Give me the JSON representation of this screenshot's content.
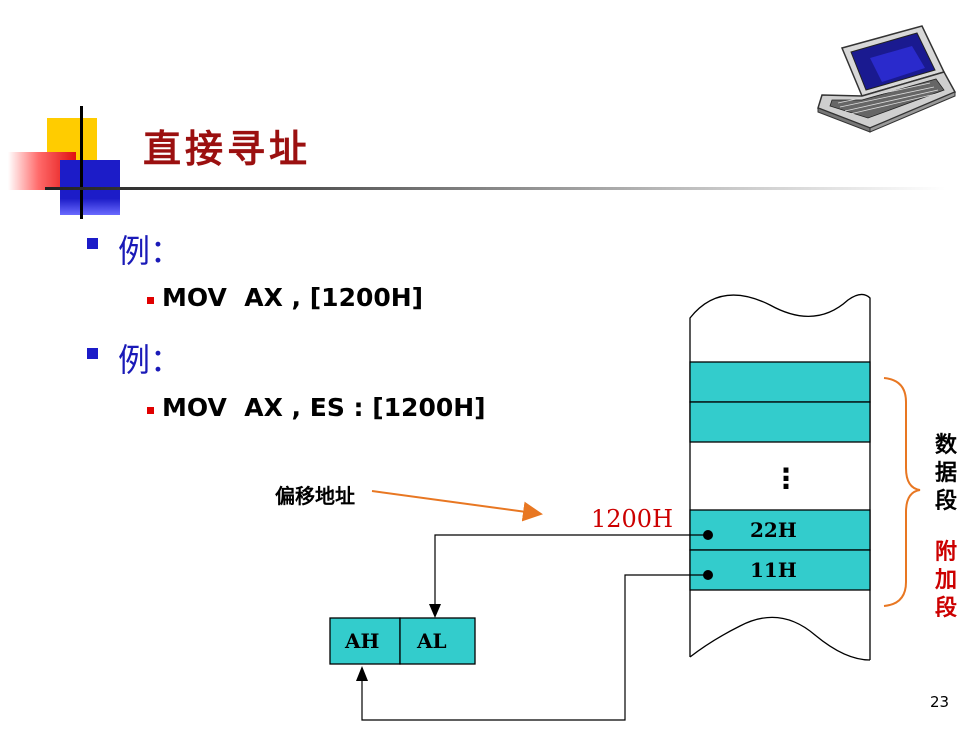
{
  "slide": {
    "title": "直接寻址",
    "page_number": "23"
  },
  "bullets": [
    {
      "label": "例：",
      "code": "MOV  AX , [1200H]"
    },
    {
      "label": "例：",
      "code": "MOV  AX , ES : [1200H]"
    }
  ],
  "diagram": {
    "offset_label": "偏移地址",
    "address_label": "1200H",
    "memory_cells": [
      "22H",
      "11H"
    ],
    "ellipsis": "⋮",
    "register_cells": [
      "AH",
      "AL"
    ],
    "segment_labels": {
      "data_segment": [
        "数",
        "据",
        "段"
      ],
      "extra_segment": [
        "附",
        "加",
        "段"
      ]
    },
    "colors": {
      "cell_fill": "#33cccc",
      "arrow_orange": "#e87722",
      "brace_orange": "#e87722",
      "address_red": "#cc0000",
      "title_red": "#9b1010"
    }
  }
}
